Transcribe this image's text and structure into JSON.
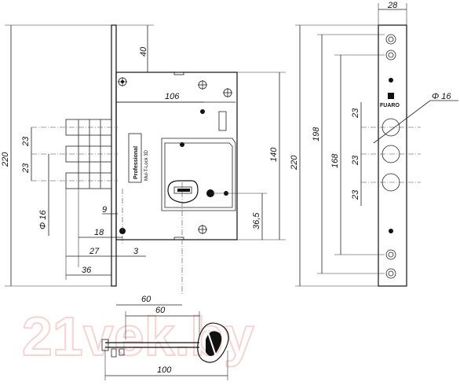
{
  "watermark": "21vek.by",
  "dimensions": {
    "faceplate_width": "28",
    "top_offset": "40",
    "case_width": "106",
    "case_height": "140",
    "overall_height": "220",
    "overall_height_right": "220",
    "hole_spacing": "198",
    "bolt_span": "168",
    "bolt_pitch_1": "23",
    "bolt_pitch_2": "23",
    "bolt_pitch_3": "23",
    "bolt_pitch_left_1": "23",
    "bolt_pitch_left_2": "23",
    "bolt_diameter": "Φ 16",
    "bolt_diameter_left": "Φ 16",
    "cylinder_offset": "36,5",
    "dim_9": "9",
    "dim_18": "18",
    "dim_27": "27",
    "dim_3": "3",
    "dim_36": "36",
    "backset_60": "60",
    "key_60": "60",
    "key_length": "100"
  },
  "case_labels": {
    "brand_vertical": "Professional",
    "model_vertical": "Mul-T-Lock 3D"
  },
  "faceplate_brand": "FUARO"
}
